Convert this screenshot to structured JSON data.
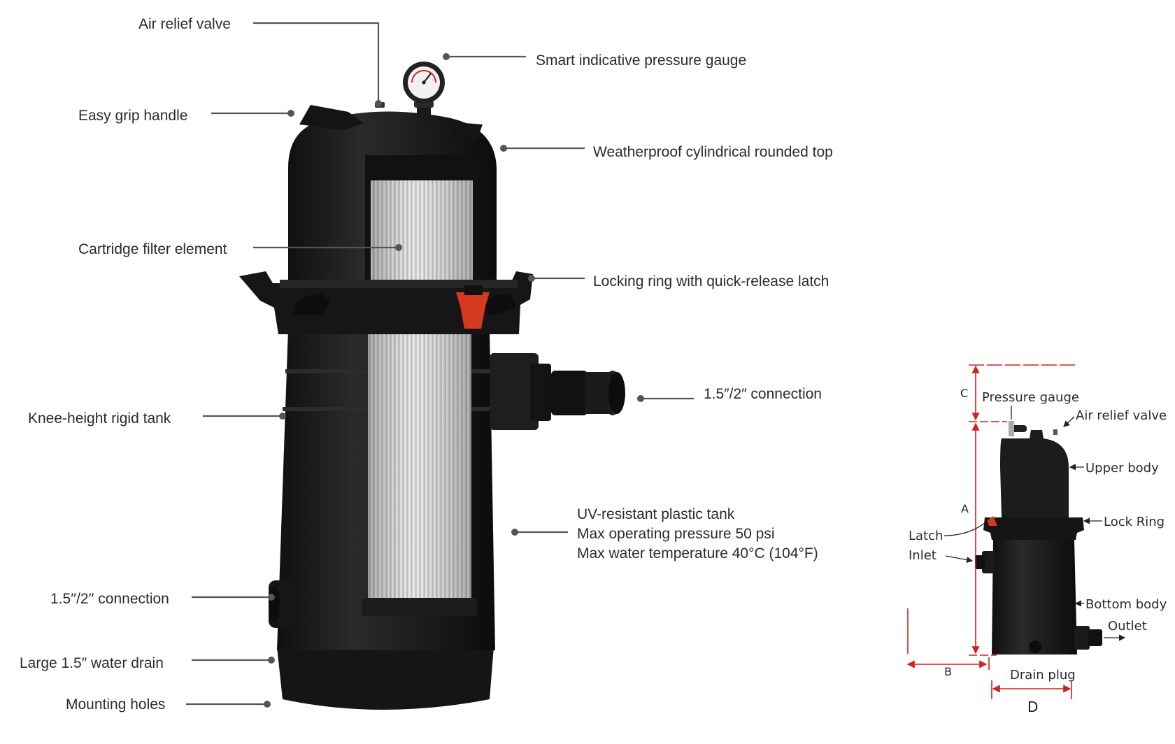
{
  "main_labels": {
    "air_relief_valve": "Air relief valve",
    "pressure_gauge": "Smart indicative pressure gauge",
    "easy_grip_handle": "Easy grip handle",
    "rounded_top": "Weatherproof cylindrical rounded top",
    "cartridge_element": "Cartridge filter element",
    "locking_ring": "Locking ring with quick-release latch",
    "connection_right": "1.5″/2″ connection",
    "knee_height_tank": "Knee-height rigid tank",
    "spec_line_1": "UV-resistant plastic tank",
    "spec_line_2": "Max operating pressure 50 psi",
    "spec_line_3": "Max water temperature 40°C (104°F)",
    "connection_left": "1.5′′/2′′ connection",
    "water_drain": "Large 1.5″ water drain",
    "mounting_holes": "Mounting holes"
  },
  "small_diagram": {
    "dim_a": "A",
    "dim_b": "B",
    "dim_c": "C",
    "dim_d": "D",
    "pressure_gauge": "Pressure gauge",
    "air_relief_valve": "Air relief valve",
    "upper_body": "Upper body",
    "lock_ring": "Lock Ring",
    "latch": "Latch",
    "inlet": "Inlet",
    "bottom_body": "Bottom body",
    "outlet": "Outlet",
    "drain_plug": "Drain plug"
  },
  "colors": {
    "body": "#1b1b1b",
    "cartridge": "#e6e6e6",
    "latch": "#d63a1e",
    "leader": "#555555",
    "dimension": "#d42020"
  },
  "icons": {
    "filter": "cartridge-filter-illustration",
    "gauge": "pressure-gauge-dial"
  }
}
